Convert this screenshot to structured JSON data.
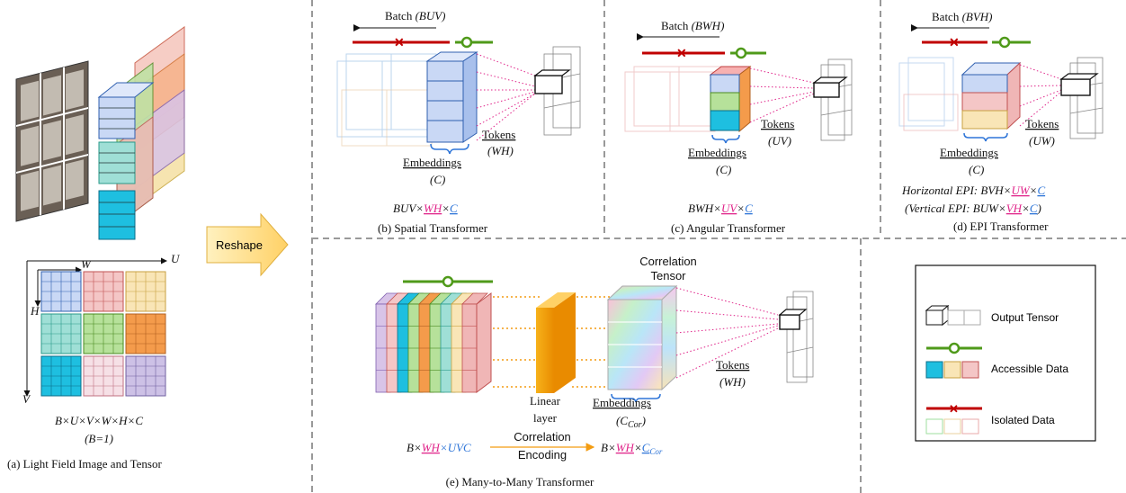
{
  "colors": {
    "blue": "#2e75d8",
    "pink": "#e0258a",
    "red": "#c00000",
    "green": "#4f9a1a",
    "orange": "#f39c12",
    "cyan": "#26c2d6",
    "embed_fill": "#c9d8f5"
  },
  "panel_a": {
    "axis_u": "U",
    "axis_w": "W",
    "axis_h": "H",
    "axis_v": "V",
    "formula": "B×U×V×W×H×C",
    "formula_note": "(B=1)",
    "caption": "(a) Light Field Image and Tensor"
  },
  "reshape": {
    "label": "Reshape"
  },
  "panel_b": {
    "batch_word": "Batch",
    "batch_dims": "(BUV)",
    "tokens_label": "Tokens",
    "tokens_dims": "(WH)",
    "embed_label": "Embeddings",
    "embed_dims": "(C)",
    "formula_pre": "BUV×",
    "formula_tok": "WH",
    "formula_mid": "×",
    "formula_emb": "C",
    "caption": "(b) Spatial Transformer"
  },
  "panel_c": {
    "batch_word": "Batch",
    "batch_dims": "(BWH)",
    "tokens_label": "Tokens",
    "tokens_dims": "(UV)",
    "embed_label": "Embeddings",
    "embed_dims": "(C)",
    "formula_pre": "BWH×",
    "formula_tok": "UV",
    "formula_mid": "×",
    "formula_emb": "C",
    "caption": "(c) Angular Transformer"
  },
  "panel_d": {
    "batch_word": "Batch",
    "batch_dims": "(BVH)",
    "tokens_label": "Tokens",
    "tokens_dims": "(UW)",
    "embed_label": "Embeddings",
    "embed_dims": "(C)",
    "formula1_pre": "Horizontal EPI: BVH×",
    "formula1_tok": "UW",
    "formula1_mid": "×",
    "formula1_emb": "C",
    "formula2_pre": "(Vertical EPI: BUW×",
    "formula2_tok": "VH",
    "formula2_mid": "×",
    "formula2_emb": "C",
    "formula2_post": ")",
    "caption": "(d) EPI Transformer"
  },
  "panel_e": {
    "corr_title_1": "Correlation",
    "corr_title_2": "Tensor",
    "linear_1": "Linear",
    "linear_2": "layer",
    "embed_label": "Embeddings",
    "embed_dims_base": "(C",
    "embed_dims_sub": "Cor",
    "embed_dims_end": ")",
    "tokens_label": "Tokens",
    "tokens_dims": "(WH)",
    "f_left_pre": "B×",
    "f_left_tok": "WH",
    "f_left_post": "×UVC",
    "arrow_top": "Correlation",
    "arrow_bottom": "Encoding",
    "f_right_pre": "B×",
    "f_right_tok": "WH",
    "f_right_mid": "×",
    "f_right_emb": "C",
    "f_right_sub": "Cor",
    "caption": "(e) Many-to-Many Transformer"
  },
  "legend": {
    "output": "Output Tensor",
    "accessible": "Accessible Data",
    "isolated": "Isolated Data"
  }
}
